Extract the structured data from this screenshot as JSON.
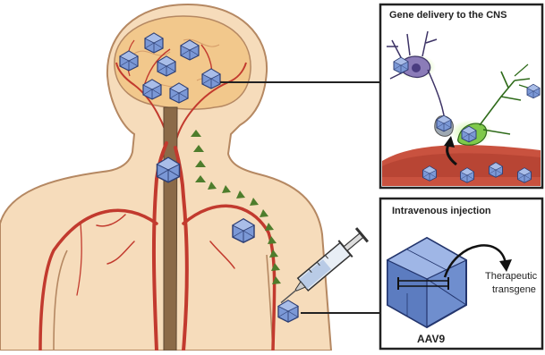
{
  "panels": {
    "cns": {
      "title": "Gene delivery to the CNS"
    },
    "injection": {
      "title": "Intravenous injection"
    }
  },
  "labels": {
    "therapeutic_line1": "Therapeutic",
    "therapeutic_line2": "transgene",
    "vector_name": "AAV9"
  },
  "colors": {
    "skin": "#f7d7b0",
    "skin_outline": "#b98a62",
    "brain": "#f3c98c",
    "artery": "#c0352b",
    "spinal_cord": "#8b6b4a",
    "capsid": "#6f8fcf",
    "arrow": "#4a7a2a",
    "neuron_purple": "#8a7bb5",
    "neuron_green": "#7fc64a",
    "blood_vessel": "#b84a3a"
  },
  "icons": [
    "aav-capsid-icon",
    "syringe-icon",
    "neuron-icon",
    "curved-arrow-icon"
  ]
}
